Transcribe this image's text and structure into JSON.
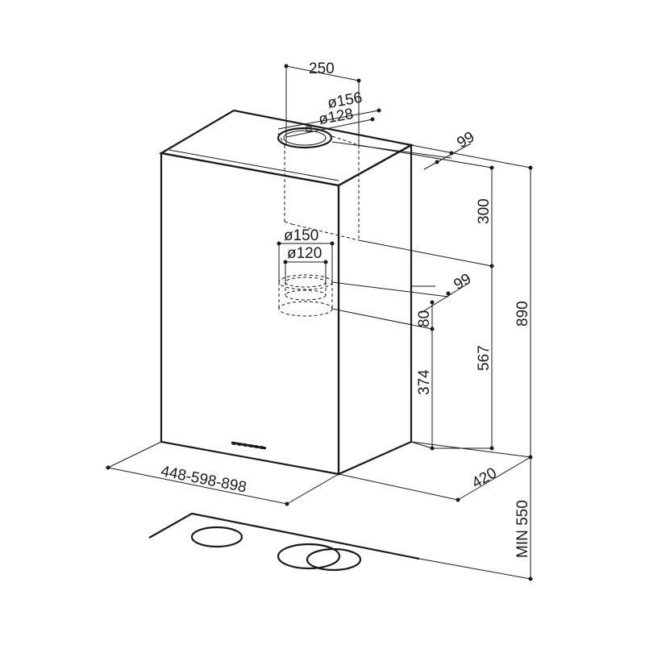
{
  "dimensions": {
    "duct_width": "250",
    "outer_top_diameter": "ø156",
    "inner_top_diameter": "ø128",
    "top_depth_offset": "99",
    "chimney_height": "300",
    "outer_mid_diameter": "ø150",
    "inner_mid_diameter": "ø120",
    "mid_depth_offset": "99",
    "outlet_height": "80",
    "outlet_to_bottom": "374",
    "body_height": "567",
    "total_height": "890",
    "hood_widths": "448-598-898",
    "hood_depth": "420",
    "min_clearance": "MIN 550"
  }
}
